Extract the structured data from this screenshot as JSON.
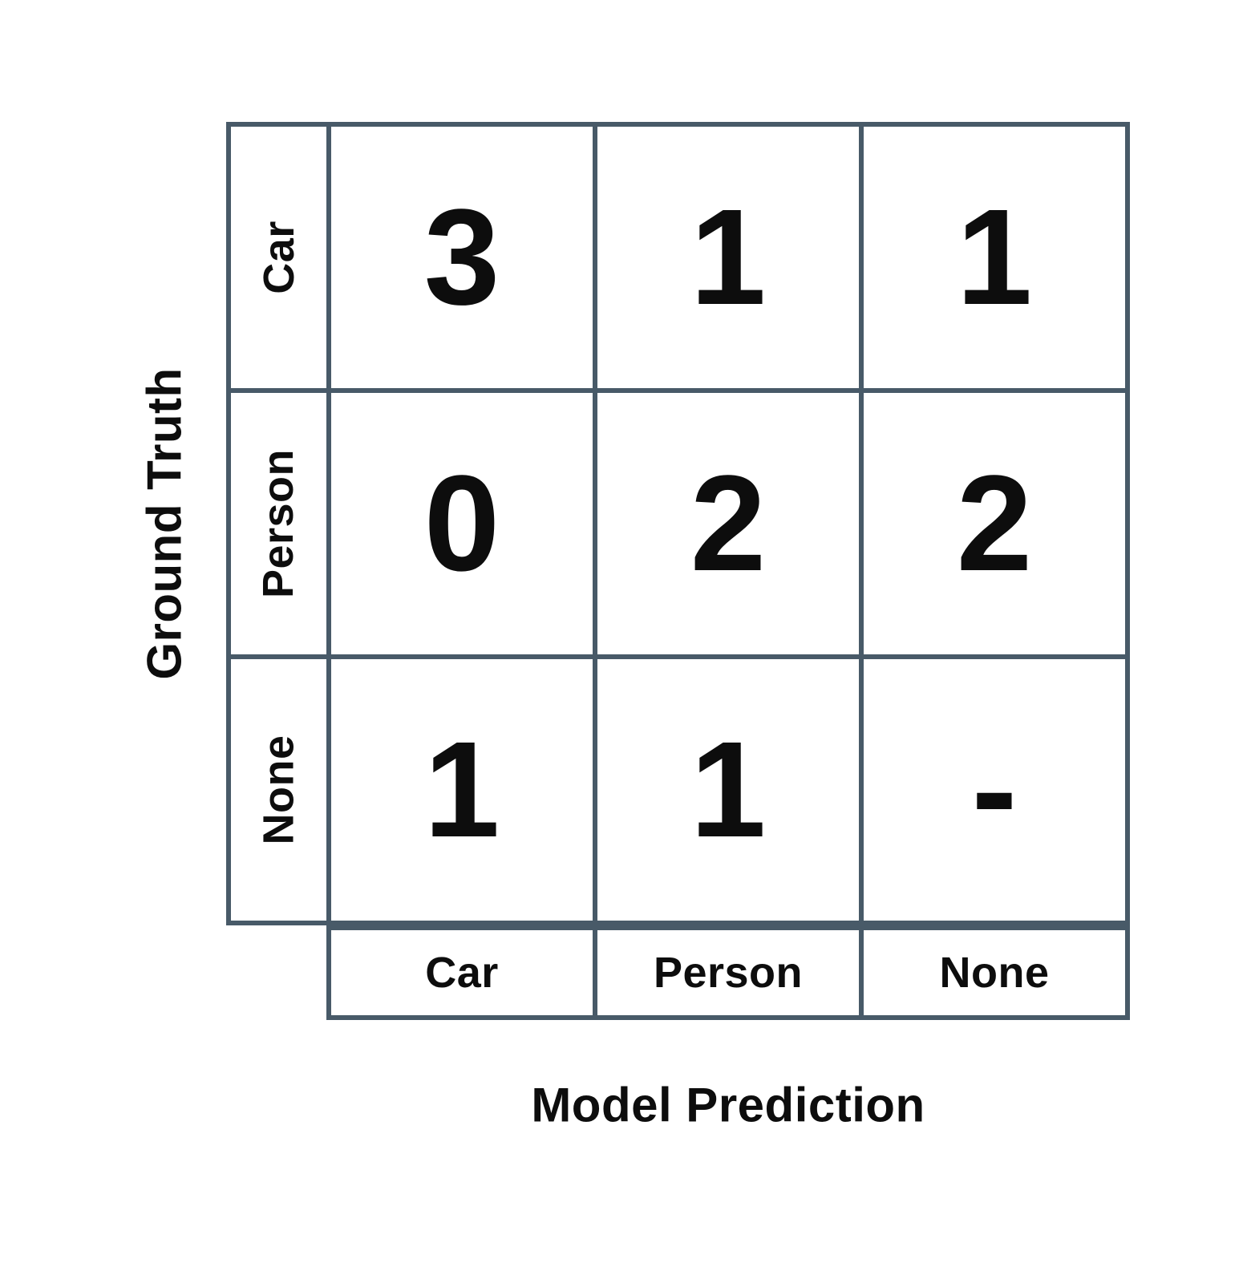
{
  "matrix": {
    "ylabel": "Ground Truth",
    "xlabel": "Model Prediction",
    "row_labels": [
      "Car",
      "Person",
      "None"
    ],
    "col_labels": [
      "Car",
      "Person",
      "None"
    ],
    "cells": [
      [
        "3",
        "1",
        "1"
      ],
      [
        "0",
        "2",
        "2"
      ],
      [
        "1",
        "1",
        "-"
      ]
    ]
  },
  "colors": {
    "border": "#485a68",
    "text": "#0d0d0d",
    "background": "#ffffff"
  },
  "chart_data": {
    "type": "heatmap",
    "subtype": "confusion-matrix",
    "xlabel": "Model Prediction",
    "ylabel": "Ground Truth",
    "x_categories": [
      "Car",
      "Person",
      "None"
    ],
    "y_categories": [
      "Car",
      "Person",
      "None"
    ],
    "values": [
      [
        3,
        1,
        1
      ],
      [
        0,
        2,
        2
      ],
      [
        1,
        1,
        null
      ]
    ],
    "null_display": "-",
    "grid": true,
    "legend": false
  }
}
